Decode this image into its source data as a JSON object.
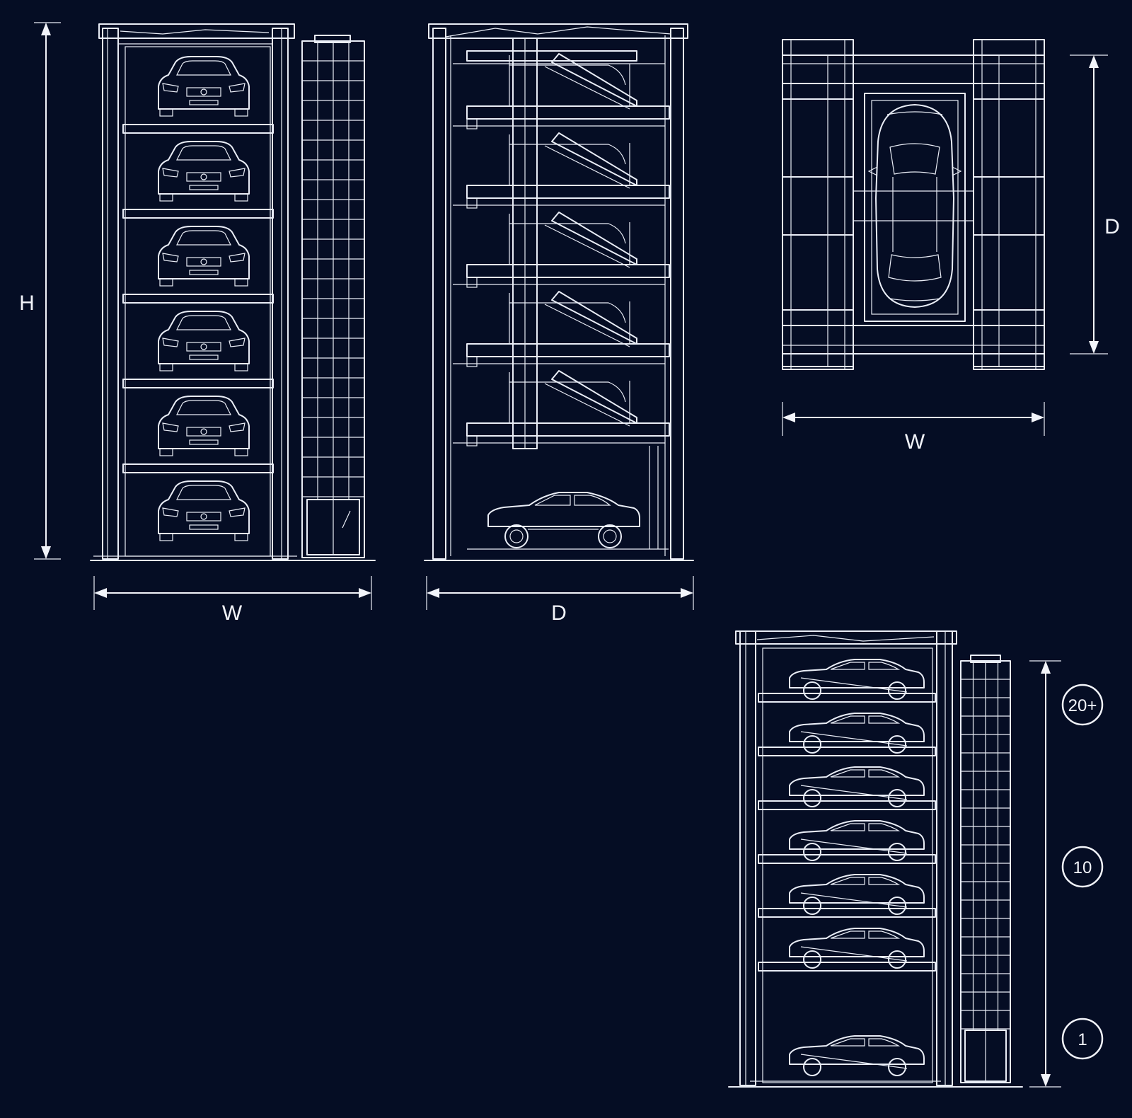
{
  "front_view": {
    "height_label": "H",
    "width_label": "W",
    "car_count": 6
  },
  "side_view": {
    "depth_label": "D"
  },
  "top_view": {
    "depth_label": "D",
    "width_label": "W"
  },
  "levels_view": {
    "level_markers": [
      "20+",
      "10",
      "1"
    ],
    "car_count": 7
  },
  "colors": {
    "background": "#050d24",
    "line": "#e9edf6"
  }
}
